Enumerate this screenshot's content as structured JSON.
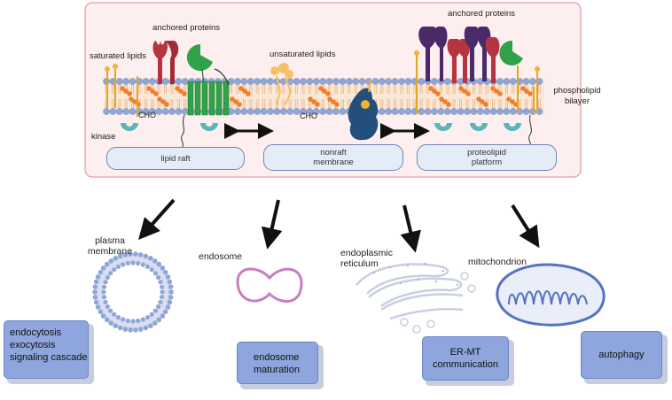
{
  "membrane": {
    "saturated_lipids": "saturated lipids",
    "anchored_proteins_left": "anchored proteins",
    "anchored_proteins_right": "anchored proteins",
    "unsaturated_lipids": "unsaturated lipids",
    "cho_left": "CHO",
    "cho_mid": "CHO",
    "kinase": "kinase",
    "phospholipid_l1": "phospholipid",
    "phospholipid_l2": "bilayer",
    "raft": "lipid raft",
    "nonraft_l1": "nonraft",
    "nonraft_l2": "membrane",
    "platform_l1": "proteolipid",
    "platform_l2": "platform"
  },
  "organelles": {
    "plasma_l1": "plasma",
    "plasma_l2": "membrane",
    "endosome": "endosome",
    "er_l1": "endoplasmic",
    "er_l2": "reticulum",
    "mito": "mitochondrion"
  },
  "functions": {
    "pm_l1": "endocytosis",
    "pm_l2": "exocytosis",
    "pm_l3": "signaling cascade",
    "endo_l1": "endosome",
    "endo_l2": "maturation",
    "er_l1": "ER-MT",
    "er_l2": "communication",
    "mito": "autophagy"
  },
  "colors": {
    "panel_border": "#e89aa0",
    "panel_fill": "#fdeef0",
    "headgroup": "#8fa6d8",
    "function_box": "#8ea6dd",
    "protein_red": "#b5343f",
    "protein_green": "#2fa24a",
    "protein_purple": "#4b2a6a",
    "kinase": "#58b7b8",
    "cholesterol": "#ef7f2a",
    "lipid_yellow": "#f2b233"
  }
}
